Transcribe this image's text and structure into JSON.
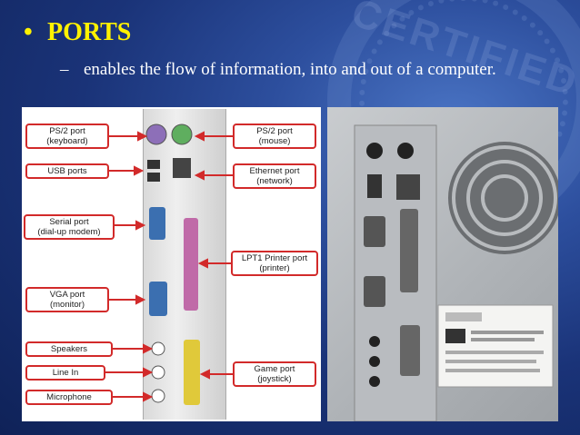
{
  "slide": {
    "bullet": "•",
    "title": "PORTS",
    "dash": "–",
    "description": "enables the flow of information, into and out of a computer.",
    "watermark": "CERTIFIED"
  },
  "colors": {
    "title": "#fff200",
    "text": "#ffffff",
    "label_border": "#d22a2a"
  },
  "diagram": {
    "labels": [
      {
        "id": "ps2-keyboard",
        "line1": "PS/2 port",
        "line2": "(keyboard)"
      },
      {
        "id": "usb",
        "line1": "USB ports",
        "line2": ""
      },
      {
        "id": "serial",
        "line1": "Serial port",
        "line2": "(dial-up modem)"
      },
      {
        "id": "vga",
        "line1": "VGA port",
        "line2": "(monitor)"
      },
      {
        "id": "speakers",
        "line1": "Speakers",
        "line2": ""
      },
      {
        "id": "line-in",
        "line1": "Line In",
        "line2": ""
      },
      {
        "id": "microphone",
        "line1": "Microphone",
        "line2": ""
      },
      {
        "id": "ps2-mouse",
        "line1": "PS/2 port",
        "line2": "(mouse)"
      },
      {
        "id": "ethernet",
        "line1": "Ethernet port",
        "line2": "(network)"
      },
      {
        "id": "lpt1",
        "line1": "LPT1 Printer port",
        "line2": "(printer)"
      },
      {
        "id": "game",
        "line1": "Game port",
        "line2": "(joystick)"
      }
    ]
  }
}
